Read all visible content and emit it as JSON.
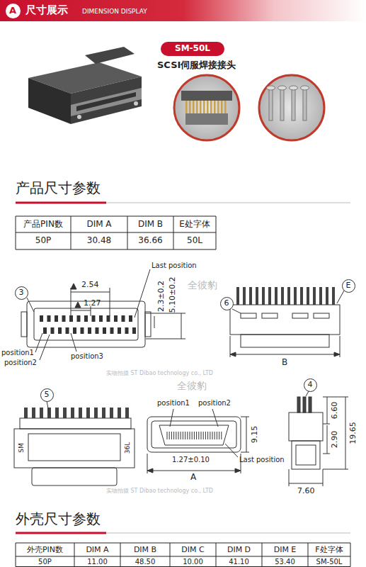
{
  "diagram": {
    "nodes": [
      {
        "text": [
          "A"
        ]
      },
      {
        "text": [
          "SM-50L"
        ]
      },
      {
        "text": [
          "3"
        ]
      },
      {
        "text": [
          "6"
        ]
      },
      {
        "text": [
          "E"
        ]
      },
      {
        "text": [
          "5"
        ]
      },
      {
        "text": [
          "4"
        ]
      }
    ],
    "labels": [
      "尺寸展示",
      "DIMENSION DISPLAY",
      "SCSI伺服焊接接头",
      "产品尺寸参数",
      "产品PIN数",
      "DIM A",
      "DIM B",
      "E处字体",
      "50P",
      "30.48",
      "36.66",
      "50L",
      "Last position",
      "2.54",
      "1.27",
      "2.3±0.2",
      "5.10±0.2",
      "position1",
      "position2",
      "position3",
      "B",
      "全彼豹",
      "实物拍摄 ST Dibao technology co., LTD",
      "SM",
      "36L",
      "position1",
      "position2",
      "9.15",
      "1.27±0.10",
      "Last position",
      "A",
      "6.60",
      "2.90",
      "19.65",
      "7.60",
      "全彼豹",
      "实物拍摄 ST Dibao technology co., LTD",
      "外壳尺寸参数",
      "外壳PIN数",
      "DIM A",
      "DIM B",
      "DIM C",
      "DIM D",
      "DIM E",
      "F处字体",
      "50P",
      "11.00",
      "48.50",
      "10.00",
      "41.10",
      "53.40",
      "SM-50L"
    ]
  }
}
